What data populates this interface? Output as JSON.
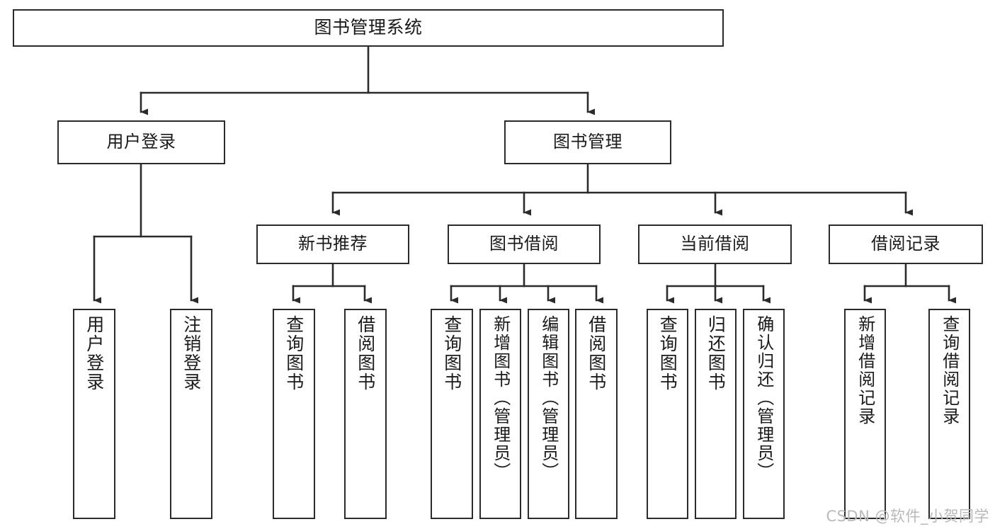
{
  "diagram": {
    "title": "图书管理系统",
    "type": "hierarchy-tree",
    "orientation": "top-down",
    "colors": {
      "box_border": "#2b2b2b",
      "box_fill": "#ffffff",
      "edge": "#2b2b2b",
      "text": "#1a1a1a",
      "watermark": "#b9b9b9",
      "background": "#ffffff"
    },
    "watermark": "CSDN @软件_小贺同学",
    "nodes": {
      "root": {
        "label": "图书管理系统"
      },
      "level2": [
        {
          "id": "user-login",
          "label": "用户登录"
        },
        {
          "id": "book-manage",
          "label": "图书管理"
        }
      ],
      "level3": [
        {
          "id": "new-book-recommend",
          "label": "新书推荐"
        },
        {
          "id": "book-borrow",
          "label": "图书借阅"
        },
        {
          "id": "current-borrow",
          "label": "当前借阅"
        },
        {
          "id": "borrow-record",
          "label": "借阅记录"
        }
      ],
      "leaves": {
        "user-login": [
          {
            "id": "leaf-user-login",
            "label": "用户登录"
          },
          {
            "id": "leaf-user-logout",
            "label": "注销登录"
          }
        ],
        "new-book-recommend": [
          {
            "id": "leaf-query-book-1",
            "label": "查询图书"
          },
          {
            "id": "leaf-borrow-book-1",
            "label": "借阅图书"
          }
        ],
        "book-borrow": [
          {
            "id": "leaf-query-book-2",
            "label": "查询图书"
          },
          {
            "id": "leaf-add-book",
            "label": "新增图书（管理员）"
          },
          {
            "id": "leaf-edit-book",
            "label": "编辑图书（管理员）"
          },
          {
            "id": "leaf-borrow-book-2",
            "label": "借阅图书"
          }
        ],
        "current-borrow": [
          {
            "id": "leaf-query-book-3",
            "label": "查询图书"
          },
          {
            "id": "leaf-return-book",
            "label": "归还图书"
          },
          {
            "id": "leaf-confirm-return",
            "label": "确认归还（管理员）"
          }
        ],
        "borrow-record": [
          {
            "id": "leaf-add-record",
            "label": "新增借阅记录"
          },
          {
            "id": "leaf-query-record",
            "label": "查询借阅记录"
          }
        ]
      }
    }
  }
}
